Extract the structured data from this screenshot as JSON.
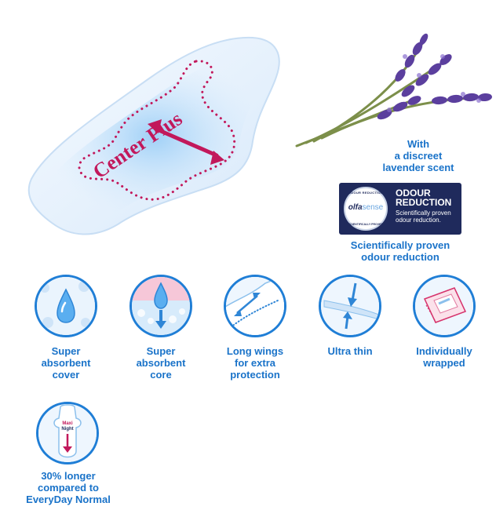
{
  "hero": {
    "label": "Center Plus"
  },
  "lavender": {
    "caption_lines": [
      "With",
      "a discreet",
      "lavender scent"
    ]
  },
  "badge": {
    "arc_top": "ODOUR REDUCTION",
    "brand_main": "olfa",
    "brand_accent": "sense",
    "arc_bottom": "SCIENTIFICALLY PROVEN",
    "title_line1": "ODOUR",
    "title_line2": "REDUCTION",
    "description": "Scientifically proven odour reduction.",
    "caption_lines": [
      "Scientifically proven",
      "odour reduction"
    ]
  },
  "features": [
    {
      "icon": "absorbent-cover-icon",
      "lines": [
        "Super",
        "absorbent",
        "cover"
      ]
    },
    {
      "icon": "absorbent-core-icon",
      "lines": [
        "Super",
        "absorbent",
        "core"
      ]
    },
    {
      "icon": "long-wings-icon",
      "lines": [
        "Long wings",
        "for extra",
        "protection"
      ]
    },
    {
      "icon": "ultra-thin-icon",
      "lines": [
        "Ultra thin"
      ]
    },
    {
      "icon": "individually-wrapped-icon",
      "lines": [
        "Individually",
        "wrapped"
      ]
    },
    {
      "icon": "maxi-night-length-icon",
      "badge_line1": "Maxi",
      "badge_line2": "Night",
      "lines": [
        "30% longer",
        "compared to",
        "EveryDay Normal"
      ]
    }
  ],
  "colors": {
    "feature_blue": "#1f7ed6",
    "text_blue": "#1a73c9",
    "magenta": "#c2185b",
    "lavender": "#5b3f9e",
    "badge_navy": "#1f2a5c"
  }
}
